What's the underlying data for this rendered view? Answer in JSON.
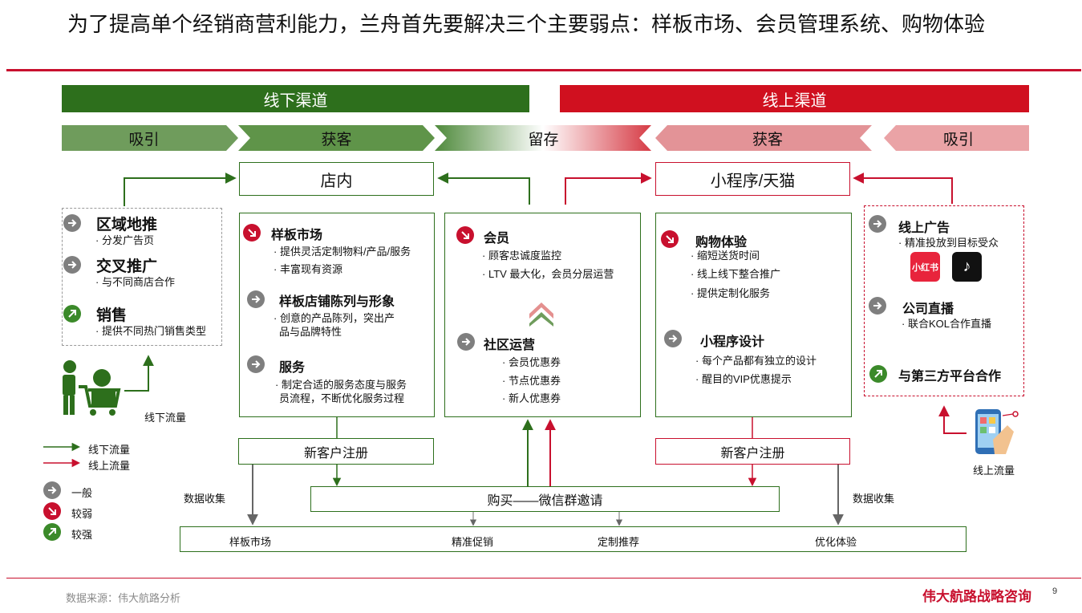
{
  "title": "为了提高单个经销商营利能力，兰舟首先要解决三个主要弱点：样板市场、会员管理系统、购物体验",
  "channels": {
    "offline": "线下渠道",
    "online": "线上渠道"
  },
  "stages": [
    "吸引",
    "获客",
    "留存",
    "获客",
    "吸引"
  ],
  "headers": {
    "store": "店内",
    "mini": "小程序/天猫"
  },
  "offline_left": {
    "items": [
      {
        "title": "区域地推",
        "desc": "· 分发广告页",
        "icon": "arrow-right-icon"
      },
      {
        "title": "交叉推广",
        "desc": "· 与不同商店合作",
        "icon": "arrow-right-icon"
      },
      {
        "title": "销售",
        "desc": "· 提供不同热门销售类型",
        "icon": "arrow-up-right-icon"
      }
    ],
    "flow_label": "线下流量"
  },
  "store_box": {
    "items": [
      {
        "title": "样板市场",
        "lines": [
          "· 提供灵活定制物料/产品/服务",
          "· 丰富现有资源"
        ]
      },
      {
        "title": "样板店铺陈列与形象",
        "lines": [
          "· 创意的产品陈列，突出产",
          "品与品牌特性"
        ]
      },
      {
        "title": "服务",
        "lines": [
          "· 制定合适的服务态度与服务",
          "员流程，不断优化服务过程"
        ]
      }
    ]
  },
  "member_box": {
    "items": [
      {
        "title": "会员",
        "lines": [
          "· 顾客忠诚度监控",
          "· LTV 最大化，会员分层运营"
        ]
      },
      {
        "title": "社区运营",
        "lines": [
          "· 会员优惠券",
          "· 节点优惠券",
          "· 新人优惠券"
        ]
      }
    ]
  },
  "mini_box": {
    "items": [
      {
        "title": "购物体验",
        "lines": [
          "· 缩短送货时间",
          "· 线上线下整合推广",
          "· 提供定制化服务"
        ]
      },
      {
        "title": "小程序设计",
        "lines": [
          "· 每个产品都有独立的设计",
          "· 醒目的VIP优惠提示"
        ]
      }
    ]
  },
  "online_right": {
    "items": [
      {
        "title": "线上广告",
        "desc": "· 精准投放到目标受众"
      },
      {
        "title": "公司直播",
        "desc": "· 联合KOL合作直播"
      },
      {
        "title": "与第三方平台合作",
        "desc": ""
      }
    ],
    "badges": [
      "小红书",
      "♪"
    ],
    "flow_label": "线上流量"
  },
  "register": {
    "left": "新客户注册",
    "right": "新客户注册"
  },
  "purchase": "购买——微信群邀请",
  "data_collect": {
    "left": "数据收集",
    "right": "数据收集"
  },
  "bottom_items": [
    "样板市场",
    "精准促销",
    "定制推荐",
    "优化体验"
  ],
  "legend": {
    "flows": [
      "线下流量",
      "线上流量"
    ],
    "levels": [
      "一般",
      "较弱",
      "较强"
    ]
  },
  "colors": {
    "offline": "#2d6f1c",
    "online": "#d0101f",
    "neutral": "#7f7f7f"
  },
  "footer": {
    "source": "数据来源：伟大航路分析",
    "brand": "伟大航路战略咨询",
    "page": "9"
  }
}
